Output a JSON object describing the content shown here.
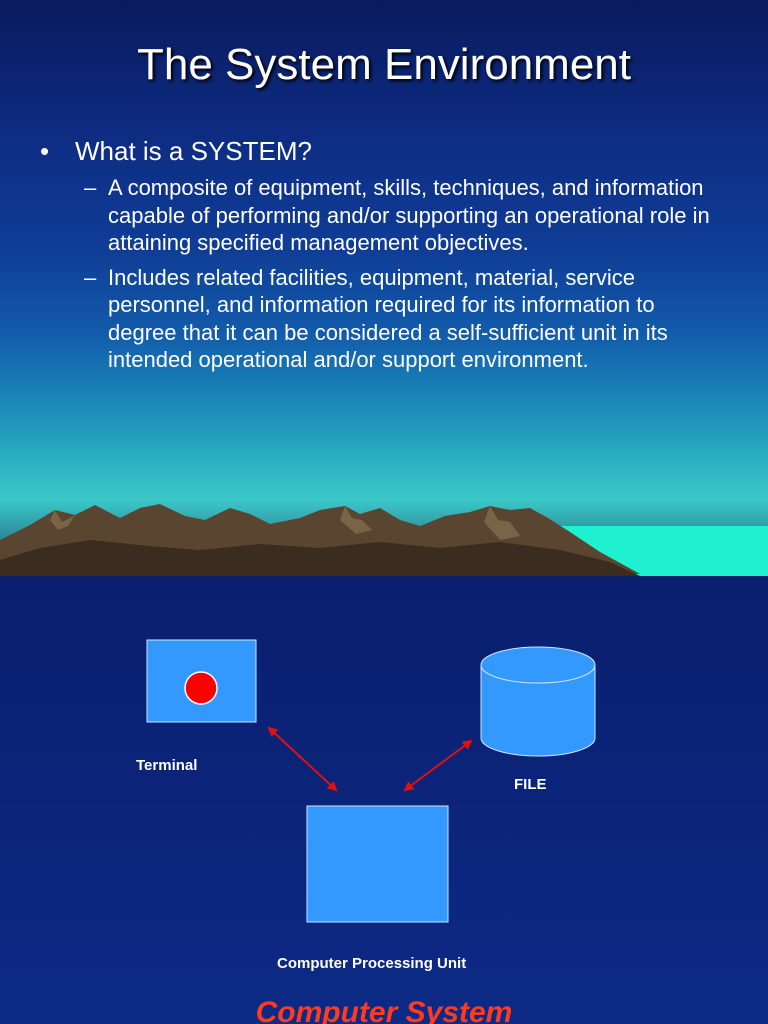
{
  "slide1": {
    "title": "The System Environment",
    "bullet": "What is a SYSTEM?",
    "sub_items": [
      "A composite of equipment, skills, techniques, and information capable of performing and/or supporting an operational role in attaining specified management objectives.",
      "Includes related facilities, equipment, material, service personnel, and information required for its information to degree that it can be considered a self-sufficient unit in its intended operational and/or support environment."
    ]
  },
  "slide2": {
    "labels": {
      "terminal": "Terminal",
      "file": "FILE",
      "cpu": "Computer Processing Unit"
    },
    "caption": "Computer System"
  },
  "colors": {
    "box_fill": "#3399ff",
    "arrow": "#e01010",
    "caption": "#ff3b1f",
    "indicator": "#ff0000"
  }
}
